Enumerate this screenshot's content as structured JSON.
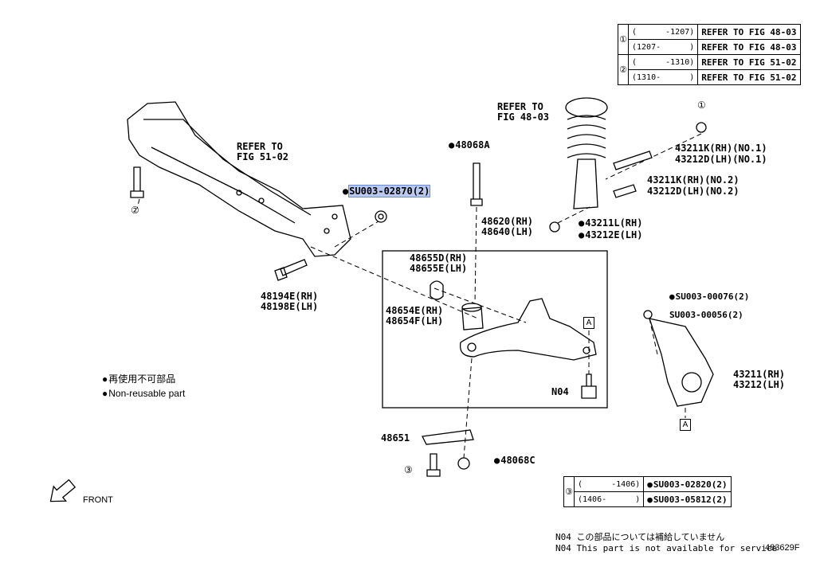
{
  "ref_table_top": [
    {
      "marker": "①",
      "range": "(      -1207)",
      "ref": "REFER TO FIG 48-03"
    },
    {
      "marker": "",
      "range": "(1207-      )",
      "ref": "REFER TO FIG 48-03"
    },
    {
      "marker": "②",
      "range": "(      -1310)",
      "ref": "REFER TO FIG 51-02"
    },
    {
      "marker": "",
      "range": "(1310-      )",
      "ref": "REFER TO FIG 51-02"
    }
  ],
  "ref_table_bottom": [
    {
      "marker": "③",
      "range": "(      -1406)",
      "ref": "SU003-02820(2)"
    },
    {
      "marker": "",
      "range": "(1406-      )",
      "ref": "SU003-05812(2)"
    }
  ],
  "labels": {
    "refer_fig51": "REFER TO\nFIG 51-02",
    "refer_fig48": "REFER TO\nFIG 48-03",
    "su_02870": "SU003-02870(2)",
    "p48068a": "48068A",
    "p48620": "48620(RH)\n48640(LH)",
    "p48655": "48655D(RH)\n48655E(LH)",
    "p48654": "48654E(RH)\n48654F(LH)",
    "p48194": "48194E(RH)\n48198E(LH)",
    "p43211k1": "43211K(RH)(NO.1)",
    "p43212d1": "43212D(LH)(NO.1)",
    "p43211k2": "43211K(RH)(NO.2)",
    "p43212d2": "43212D(LH)(NO.2)",
    "p43211l": "43211L(RH)",
    "p43212e": "43212E(LH)",
    "su_00076": "SU003-00076(2)",
    "su_00056": "SU003-00056(2)",
    "p43211": "43211(RH)\n43212(LH)",
    "n04": "N04",
    "p48651": "48651",
    "p48068c": "48068C",
    "callout_a": "A",
    "marker1": "①",
    "marker2": "②",
    "marker3": "③"
  },
  "legend": {
    "jp": "再使用不可部品",
    "en": "Non-reusable part"
  },
  "front_label": "FRONT",
  "footnote": {
    "jp": "N04 この部品については補給していません",
    "en": "N04 This part is not available for service"
  },
  "figure_id": "483629F"
}
